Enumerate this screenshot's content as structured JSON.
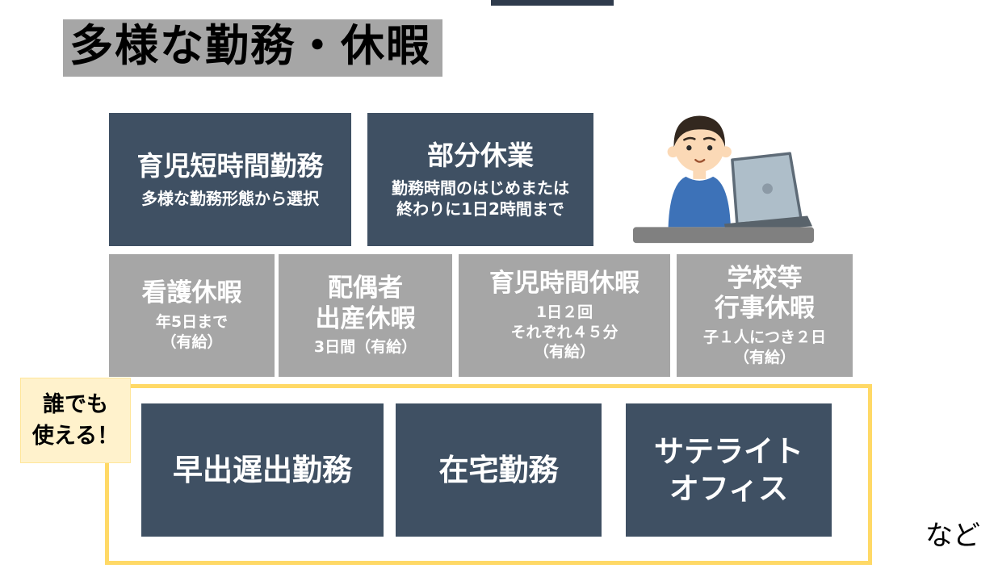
{
  "top_title": "多様な勤務・休暇",
  "row1": {
    "boxes": [
      {
        "title": "育児短時間勤務",
        "desc": "多様な勤務形態から選択"
      },
      {
        "title": "部分休業",
        "desc": "勤務時間のはじめまたは\n終わりに1日2時間まで"
      }
    ]
  },
  "row2": {
    "boxes": [
      {
        "title": "看護休暇",
        "desc": "年5日まで\n（有給）"
      },
      {
        "title": "配偶者\n出産休暇",
        "desc": "3日間（有給）"
      },
      {
        "title": "育児時間休暇",
        "desc": "1日２回\nそれぞれ４５分\n（有給）"
      },
      {
        "title": "学校等\n行事休暇",
        "desc": "子１人につき２日\n（有給）"
      }
    ]
  },
  "anyone_badge": "誰でも\n使える！",
  "row3": {
    "boxes": [
      {
        "title": "早出遅出勤務"
      },
      {
        "title": "在宅勤務"
      },
      {
        "title": "サテライト\nオフィス"
      }
    ]
  },
  "etc_label": "など",
  "illustration": "person-using-laptop",
  "colors": {
    "dark_box": "#3f5063",
    "gray_box": "#a6a6a6",
    "title_highlight": "#a6a6a6",
    "yellow_frame_border": "#ffd966",
    "badge_background": "#fff2cc",
    "box_text": "#ffffff",
    "title_text": "#000000"
  }
}
